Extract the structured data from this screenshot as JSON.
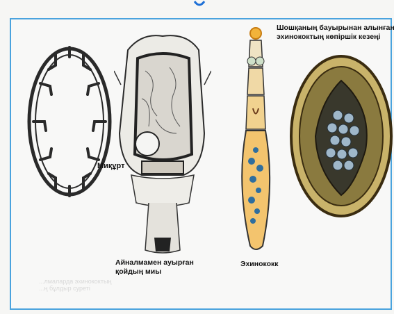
{
  "figure": {
    "labels": {
      "cyst": "Миқұрт",
      "brain_caption_line1": "Айналмамен ауырған",
      "brain_caption_line2": "қойдың миы",
      "echinococcus": "Эхинококк",
      "liver_caption_line1": "Шошқаның бауырынан алынған",
      "liver_caption_line2": "эхинококтың көпіршік кезеңі"
    },
    "faint_text": {
      "line1": "...лмаларда эхинококтың",
      "line2": "...ң бұлдыр суреті"
    }
  }
}
